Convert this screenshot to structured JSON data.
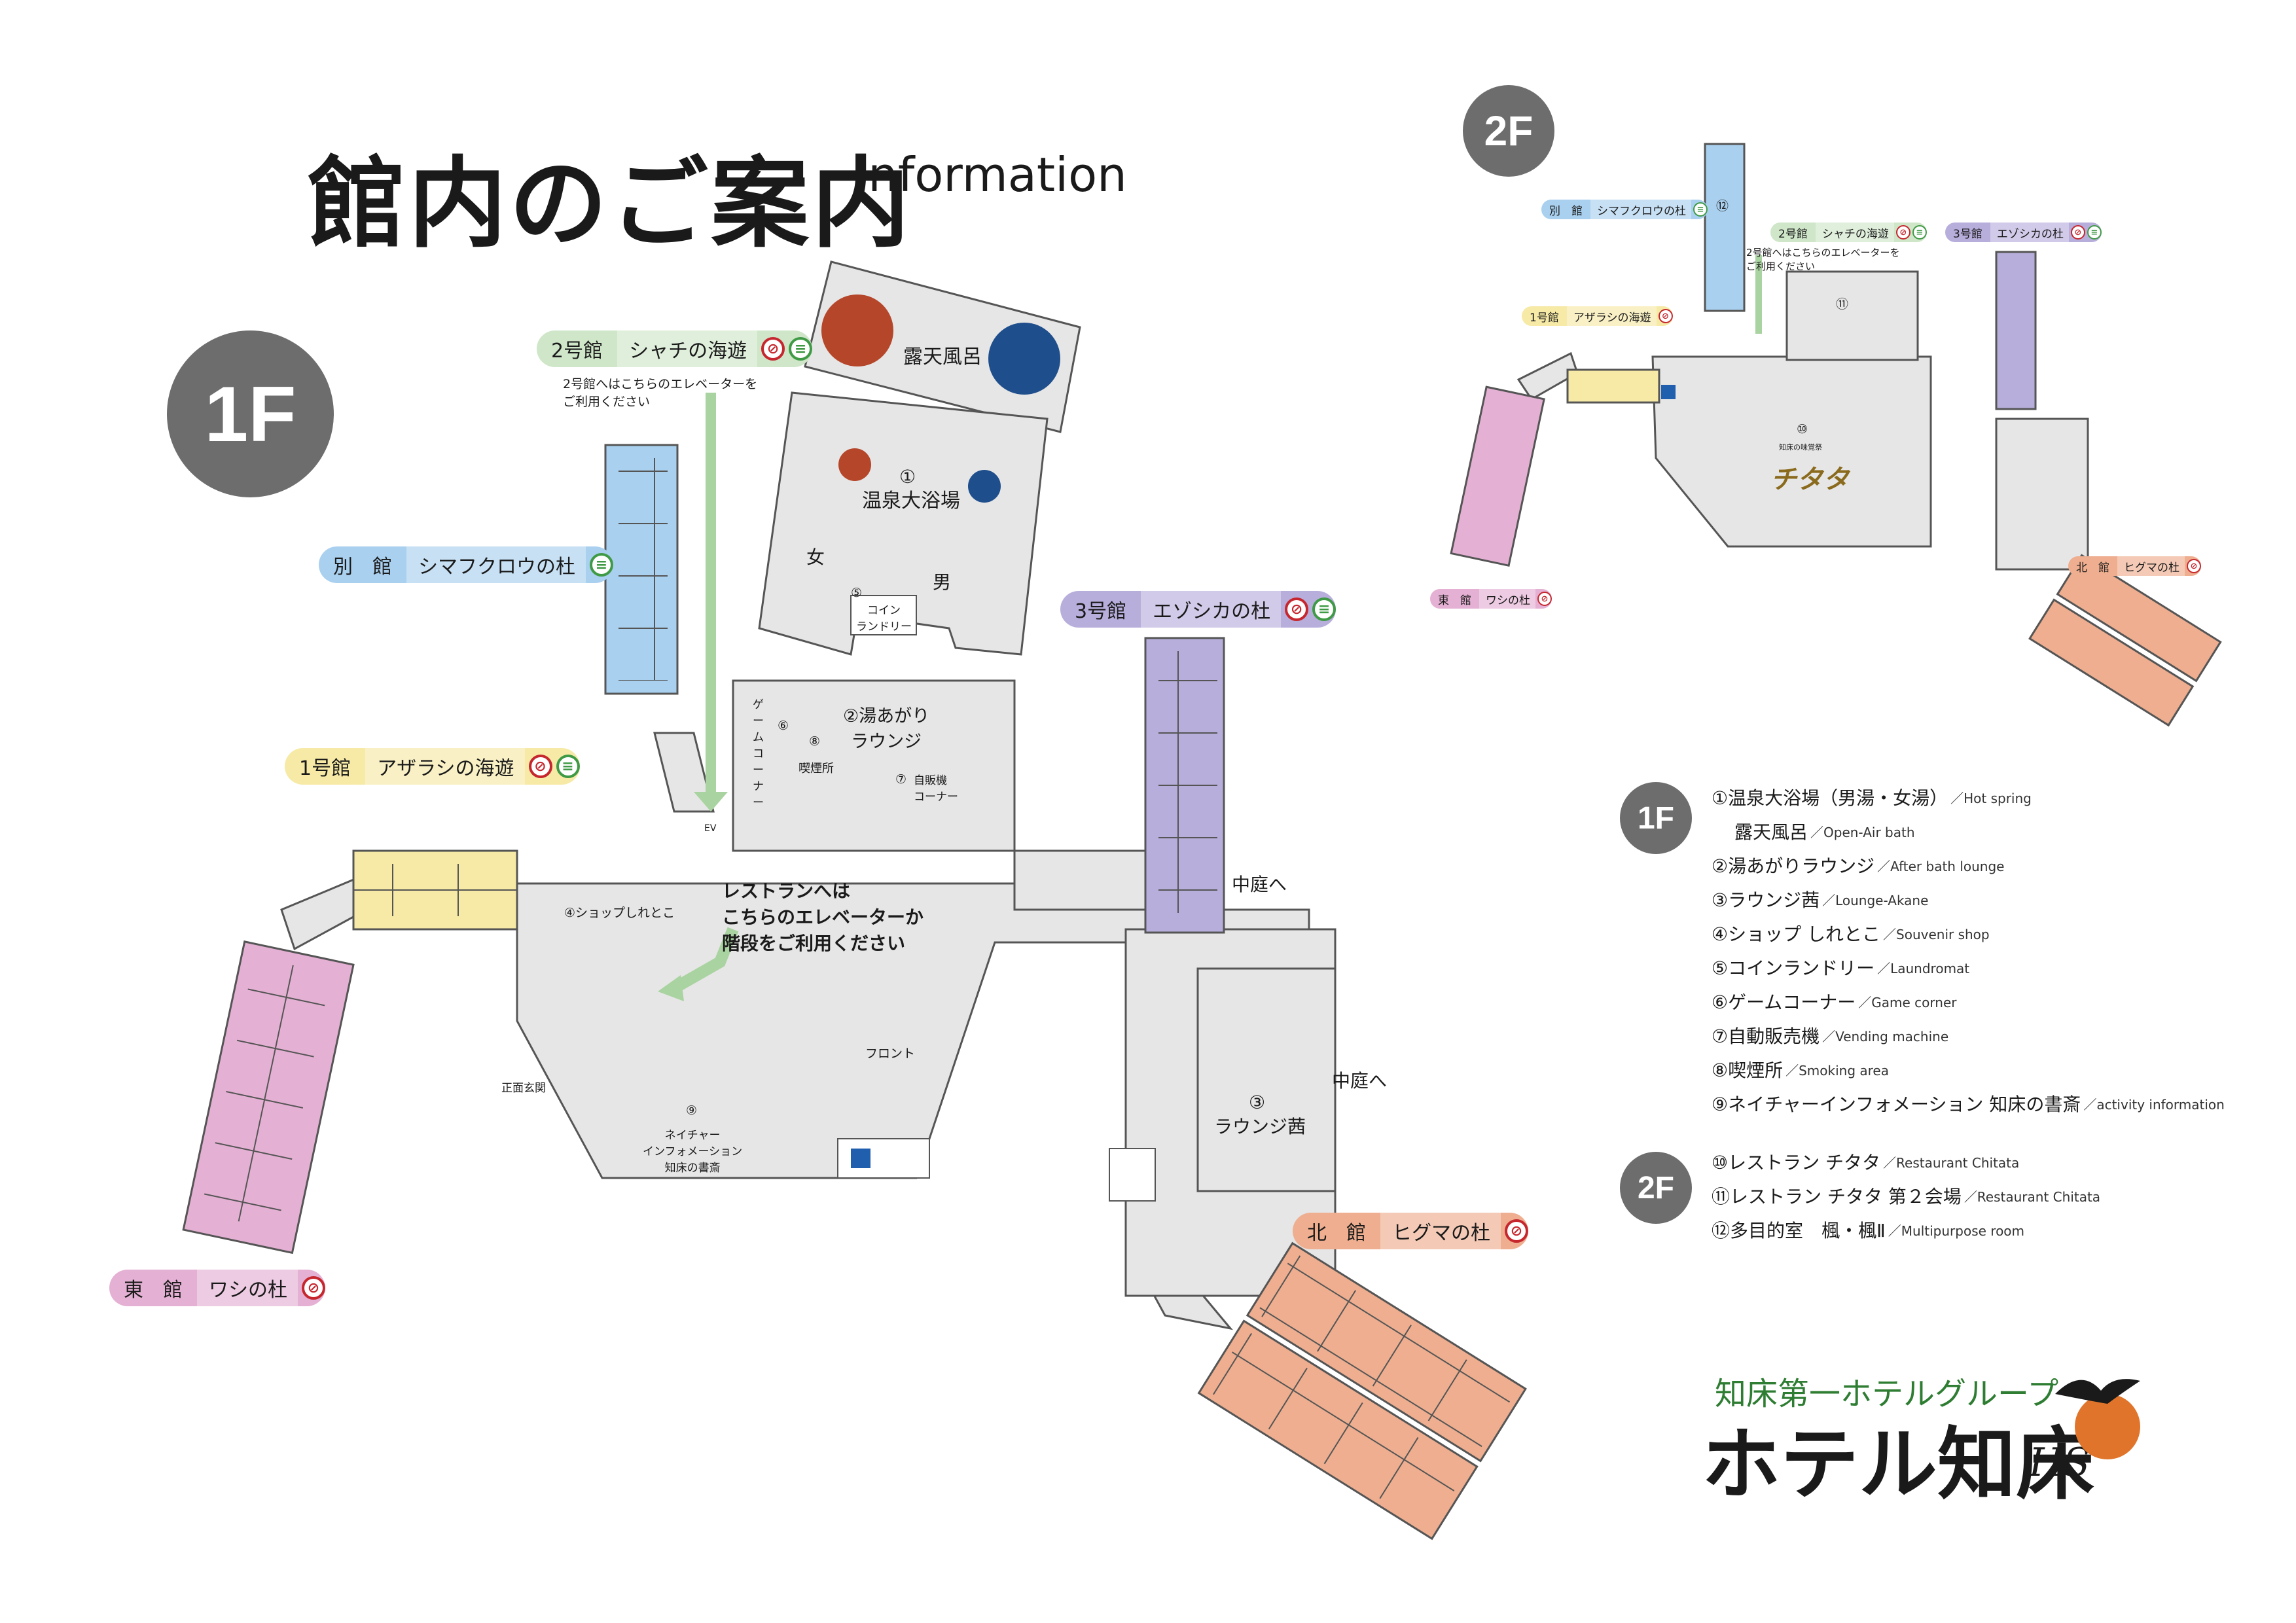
{
  "header": {
    "title": "館内のご案内",
    "title_en": "Information"
  },
  "floors": {
    "f1": "1F",
    "f2": "2F"
  },
  "icons": {
    "no_smoking": "no-smoking-icon",
    "smoking": "smoking-icon",
    "wheelchair": "wheelchair-icon",
    "toilet": "toilet-icon"
  },
  "colors": {
    "annex": "#a9d0ef",
    "bldg1": "#f6eaa6",
    "bldg2": "#cfe6c9",
    "bldg3": "#b8aedc",
    "east": "#e4b0d3",
    "north": "#eeae8f",
    "floor": "#e6e6e6",
    "arrow": "#a9d3a0"
  },
  "f1": {
    "tags": {
      "bldg2_k": "2号館",
      "bldg2_n": "シャチの海遊",
      "annex_k": "別　館",
      "annex_n": "シマフクロウの杜",
      "bldg3_k": "3号館",
      "bldg3_n": "エゾシカの杜",
      "bldg1_k": "1号館",
      "bldg1_n": "アザラシの海遊",
      "north_k": "北　館",
      "north_n": "ヒグマの杜",
      "east_k": "東　館",
      "east_n": "ワシの杜"
    },
    "notes": {
      "elevator": "2号館へはこちらのエレベーターを\nご利用ください",
      "restaurant": "レストランへは\nこちらのエレベーターか\n階段をご利用ください"
    },
    "rooms": {
      "rotenburo": "露天風呂",
      "onsen_no": "①",
      "onsen": "温泉大浴場",
      "women": "女",
      "men": "男",
      "laundry_no": "⑤",
      "laundry": "コイン\nランドリー",
      "lounge_yu": "②湯あがり\nラウンジ",
      "game": "ゲ\nーム\nコーナ\nー",
      "game_no": "⑥",
      "smoking_no": "⑧",
      "smoking": "喫煙所",
      "vending_no": "⑦",
      "vending": "自販機\nコーナー",
      "shop": "④ショップしれとこ",
      "front": "フロント",
      "entrance": "正面玄関",
      "nature_no": "⑨",
      "nature": "ネイチャー\nインフォメーション\n知床の書斎",
      "courtyard1": "中庭へ",
      "courtyard2": "中庭へ",
      "akane_no": "③",
      "akane": "ラウンジ茜",
      "ev": "EV"
    }
  },
  "f2": {
    "tags": {
      "annex_k": "別　館",
      "annex_n": "シマフクロウの杜",
      "bldg2_k": "2号館",
      "bldg2_n": "シャチの海遊",
      "bldg3_k": "3号館",
      "bldg3_n": "エゾシカの杜",
      "bldg1_k": "1号館",
      "bldg1_n": "アザラシの海遊",
      "north_k": "北　館",
      "north_n": "ヒグマの杜",
      "east_k": "東　館",
      "east_n": "ワシの杜"
    },
    "note": "2号館へはこちらのエレベーターを\nご利用ください",
    "rooms": {
      "r12": "⑫",
      "r11": "⑪",
      "r10": "⑩",
      "restaurant_logo": "チタタ",
      "restaurant_small": "知床の味覚祭"
    }
  },
  "legend": {
    "f1": [
      {
        "label": "①温泉大浴場（男湯・女湯）",
        "en": "／Hot spring"
      },
      {
        "label": "露天風呂",
        "en": "／Open-Air bath"
      },
      {
        "label": "②湯あがりラウンジ",
        "en": "／After bath lounge"
      },
      {
        "label": "③ラウンジ茜",
        "en": "／Lounge-Akane"
      },
      {
        "label": "④ショップ しれとこ",
        "en": "／Souvenir shop"
      },
      {
        "label": "⑤コインランドリー",
        "en": "／Laundromat"
      },
      {
        "label": "⑥ゲームコーナー",
        "en": "／Game corner"
      },
      {
        "label": "⑦自動販売機",
        "en": "／Vending machine"
      },
      {
        "label": "⑧喫煙所",
        "en": "／Smoking area"
      },
      {
        "label": "⑨ネイチャーインフォメーション 知床の書斎",
        "en": "／activity information"
      }
    ],
    "f2": [
      {
        "label": "⑩レストラン チタタ",
        "en": "／Restaurant Chitata"
      },
      {
        "label": "⑪レストラン チタタ 第２会場",
        "en": "／Restaurant Chitata"
      },
      {
        "label": "⑫多目的室　楓・楓Ⅱ",
        "en": "／Multipurpose room"
      }
    ]
  },
  "brand": {
    "group": "知床第一ホテルグループ",
    "name": "ホテル知床",
    "mark": "HS"
  }
}
